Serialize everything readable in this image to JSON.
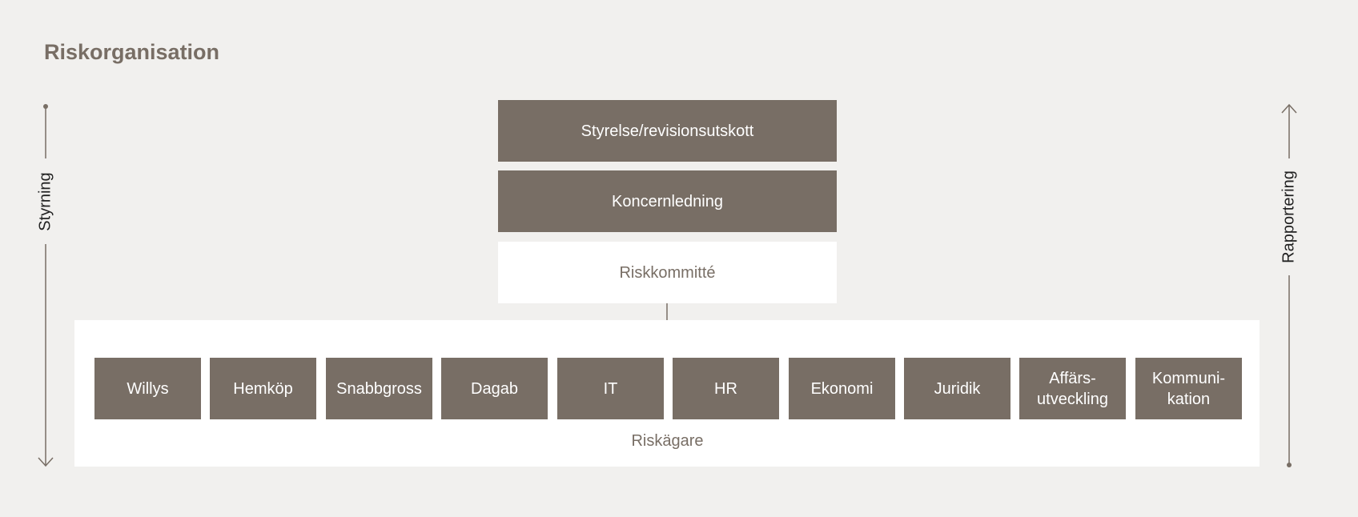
{
  "title": "Riskorganisation",
  "left_axis_label": "Styrning",
  "right_axis_label": "Rapportering",
  "hierarchy": {
    "board": "Styrelse/revisionsutskott",
    "management": "Koncernledning",
    "committee": "Riskkommitté"
  },
  "risk_owners_label": "Riskägare",
  "units": [
    {
      "label": "Willys"
    },
    {
      "label": "Hemköp"
    },
    {
      "label": "Snabbgross"
    },
    {
      "label": "Dagab"
    },
    {
      "label": "IT"
    },
    {
      "label": "HR"
    },
    {
      "label": "Ekonomi"
    },
    {
      "label": "Juridik"
    },
    {
      "label": "Affärs-\nutveckling"
    },
    {
      "label": "Kommuni-\nkation"
    }
  ],
  "colors": {
    "background": "#f1f0ee",
    "box_dark": "#786e65",
    "box_light": "#ffffff",
    "text_light": "#ffffff",
    "text_brown": "#786e65",
    "line": "#786e65"
  }
}
